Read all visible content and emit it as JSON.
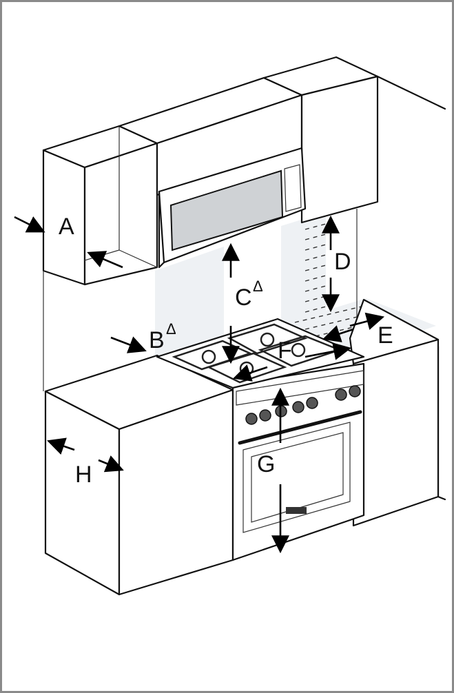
{
  "labels": {
    "a": "A",
    "b": "B",
    "c": "C",
    "d": "D",
    "e": "E",
    "f": "F",
    "g": "G",
    "h": "H",
    "delta": "Δ"
  },
  "icons": [
    "arrow-icon",
    "delta-icon"
  ],
  "colors": {
    "frame": "#8a8a8a",
    "line": "#111111",
    "shade": "#eef1f4",
    "microwave_window": "#cfd2d5"
  }
}
